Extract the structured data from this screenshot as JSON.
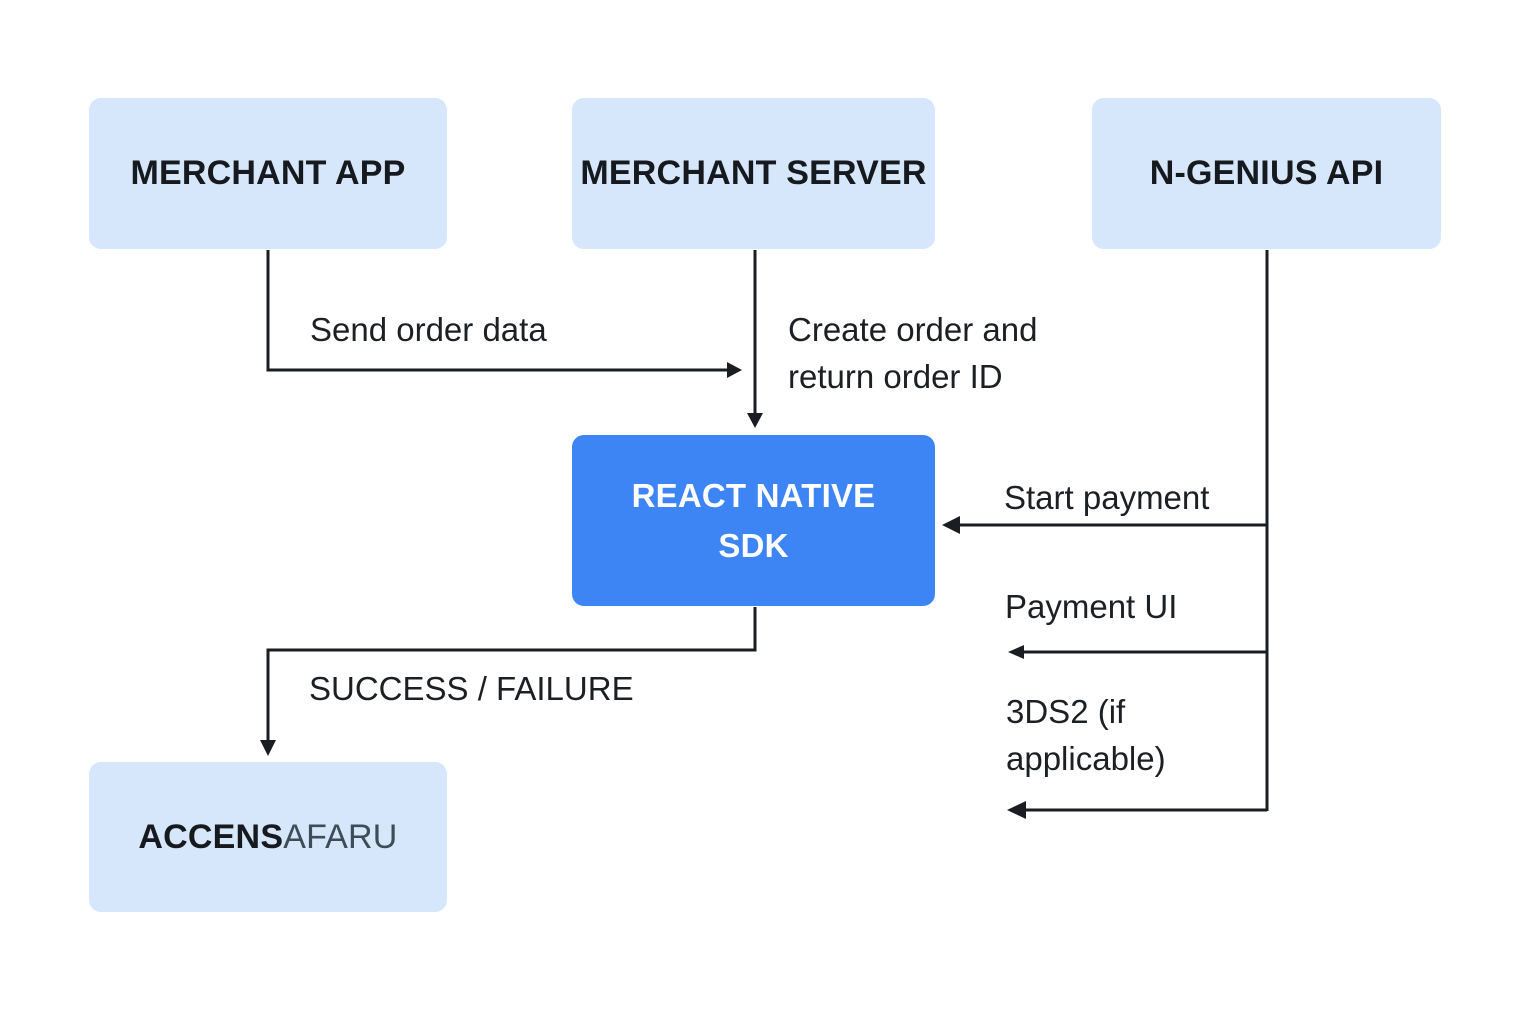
{
  "nodes": {
    "merchant_app": "MERCHANT APP",
    "merchant_server": "MERCHANT SERVER",
    "ngenius_api": "N-GENIUS API",
    "sdk_line1": "REACT NATIVE",
    "sdk_line2": "SDK",
    "result_bold": "ACCENS",
    "result_light": "AFARU"
  },
  "edges": {
    "send_order": "Send order data",
    "create_order_line1": "Create order and",
    "create_order_line2": "return order ID",
    "start_payment": "Start payment",
    "payment_ui": "Payment UI",
    "threeds_line1": "3DS2 (if",
    "threeds_line2": "applicable)",
    "result": "SUCCESS / FAILURE"
  },
  "colors": {
    "node_fill": "#d6e6fb",
    "primary_fill": "#3d85f5",
    "line": "#1a1d21"
  }
}
